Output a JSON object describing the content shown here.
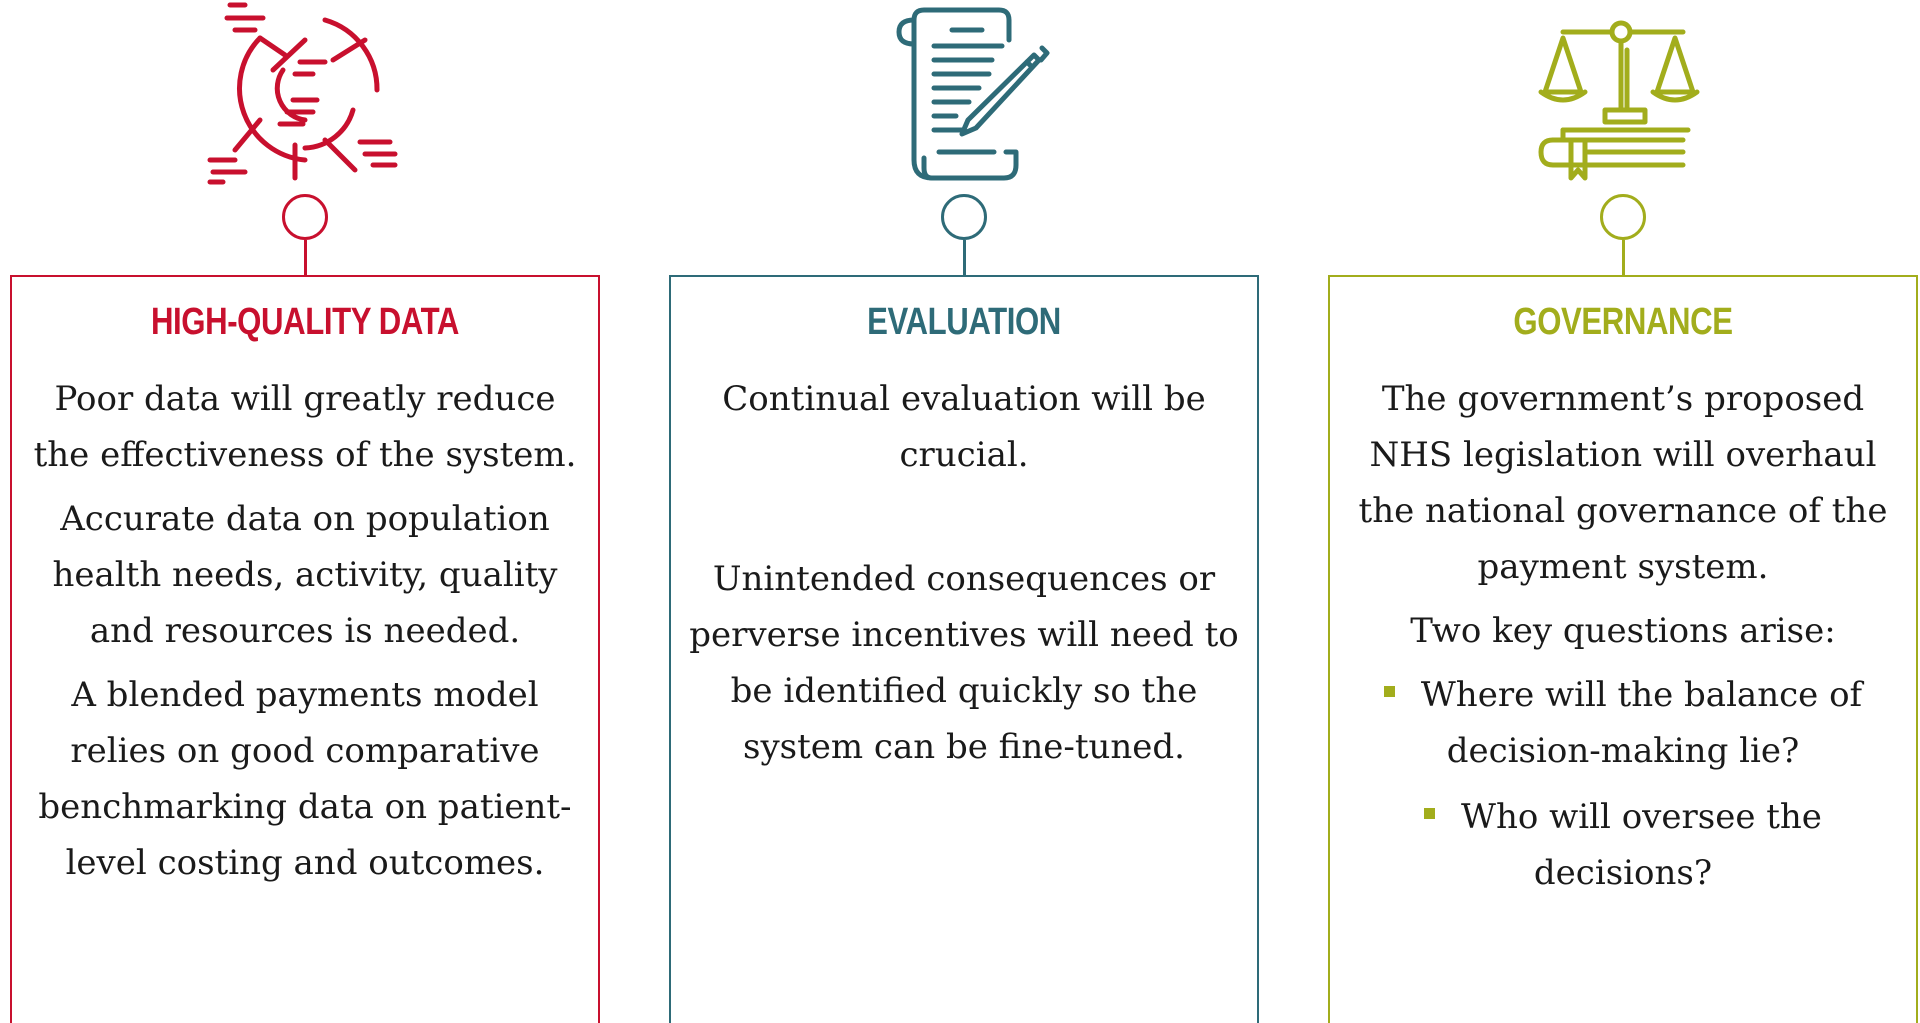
{
  "panels": [
    {
      "title": "HIGH-QUALITY DATA",
      "color": "#c8102e",
      "icon": "chart-analytics-icon",
      "paragraphs": [
        "Poor data will greatly reduce the effectiveness of the system.",
        "Accurate data on population health needs, activity, quality and resources is needed.",
        "A blended payments model relies on good comparative benchmarking data on patient-level costing and outcomes."
      ]
    },
    {
      "title": "EVALUATION",
      "color": "#2e6b78",
      "icon": "document-pen-icon",
      "paragraphs": [
        "Continual evaluation will be crucial.",
        "Unintended consequences or perverse incentives will need to be identified quickly so the system can be fine-tuned."
      ]
    },
    {
      "title": "GOVERNANCE",
      "color": "#a2ad1c",
      "icon": "scales-of-justice-icon",
      "paragraphs": [
        "The government’s proposed NHS legislation will overhaul the national governance of the payment system.",
        "Two key questions arise:"
      ],
      "bullets": [
        "Where will the balance of decision-making lie?",
        "Who will oversee the decisions?"
      ]
    }
  ]
}
